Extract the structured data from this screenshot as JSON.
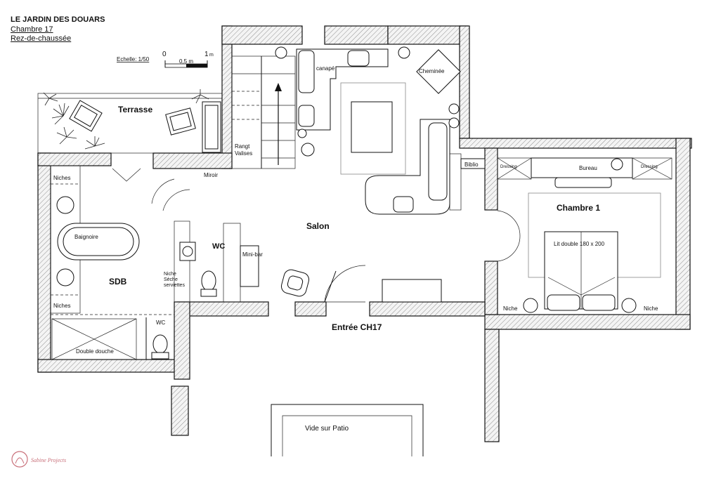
{
  "header": {
    "title": "LE JARDIN DES DOUARS",
    "subtitle1": "Chambre 17",
    "subtitle2": "Rez-de-chaussée"
  },
  "scale": {
    "label": "Echelle: 1/50",
    "tick0": "0",
    "tick_half": "0,5 m",
    "tick1": "1",
    "unit": "m"
  },
  "rooms": {
    "terrasse": "Terrasse",
    "salon": "Salon",
    "sdb": "SDB",
    "wc_main": "WC",
    "wc_small": "WC",
    "chambre": "Chambre 1",
    "entree": "Entrée CH17",
    "vide": "Vide sur Patio"
  },
  "furniture": {
    "canape": "canapé",
    "cheminee": "Cheminée",
    "rangt": "Rangt",
    "valises": "Valises",
    "miroir": "Miroir",
    "biblio": "Biblio",
    "minibar": "Mini-bar",
    "niche_seche": "Niche",
    "seche": "Sèche",
    "serviettes": "serviettes",
    "baignoire": "Baignoire",
    "niches_top": "Niches",
    "niches_bottom": "Niches",
    "double_douche": "Double douche",
    "dressing_left": "Dressing",
    "dressing_right": "Dressing",
    "bureau": "Bureau",
    "lit": "Lit double 180 x 200",
    "niche_left": "Niche",
    "niche_right": "Niche"
  },
  "logo": "Sabine Projects"
}
